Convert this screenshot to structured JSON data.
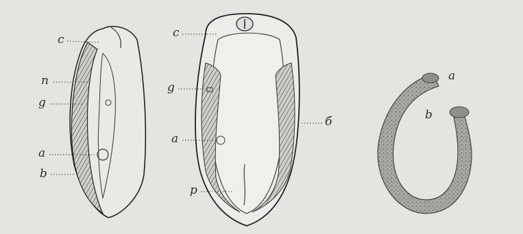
{
  "figure": {
    "fig1": {
      "labels": {
        "c": "c",
        "n": "n",
        "g": "g",
        "a": "a",
        "b": "b"
      }
    },
    "fig2": {
      "labels": {
        "c": "c",
        "g": "g",
        "a": "a",
        "b": "б",
        "p": "p"
      }
    },
    "fig3": {
      "labels": {
        "a": "a",
        "b": "b"
      }
    }
  },
  "colors": {
    "paper": "#e4e4e2",
    "ink": "#2a2a2a",
    "stipple": "#9a9a96"
  }
}
